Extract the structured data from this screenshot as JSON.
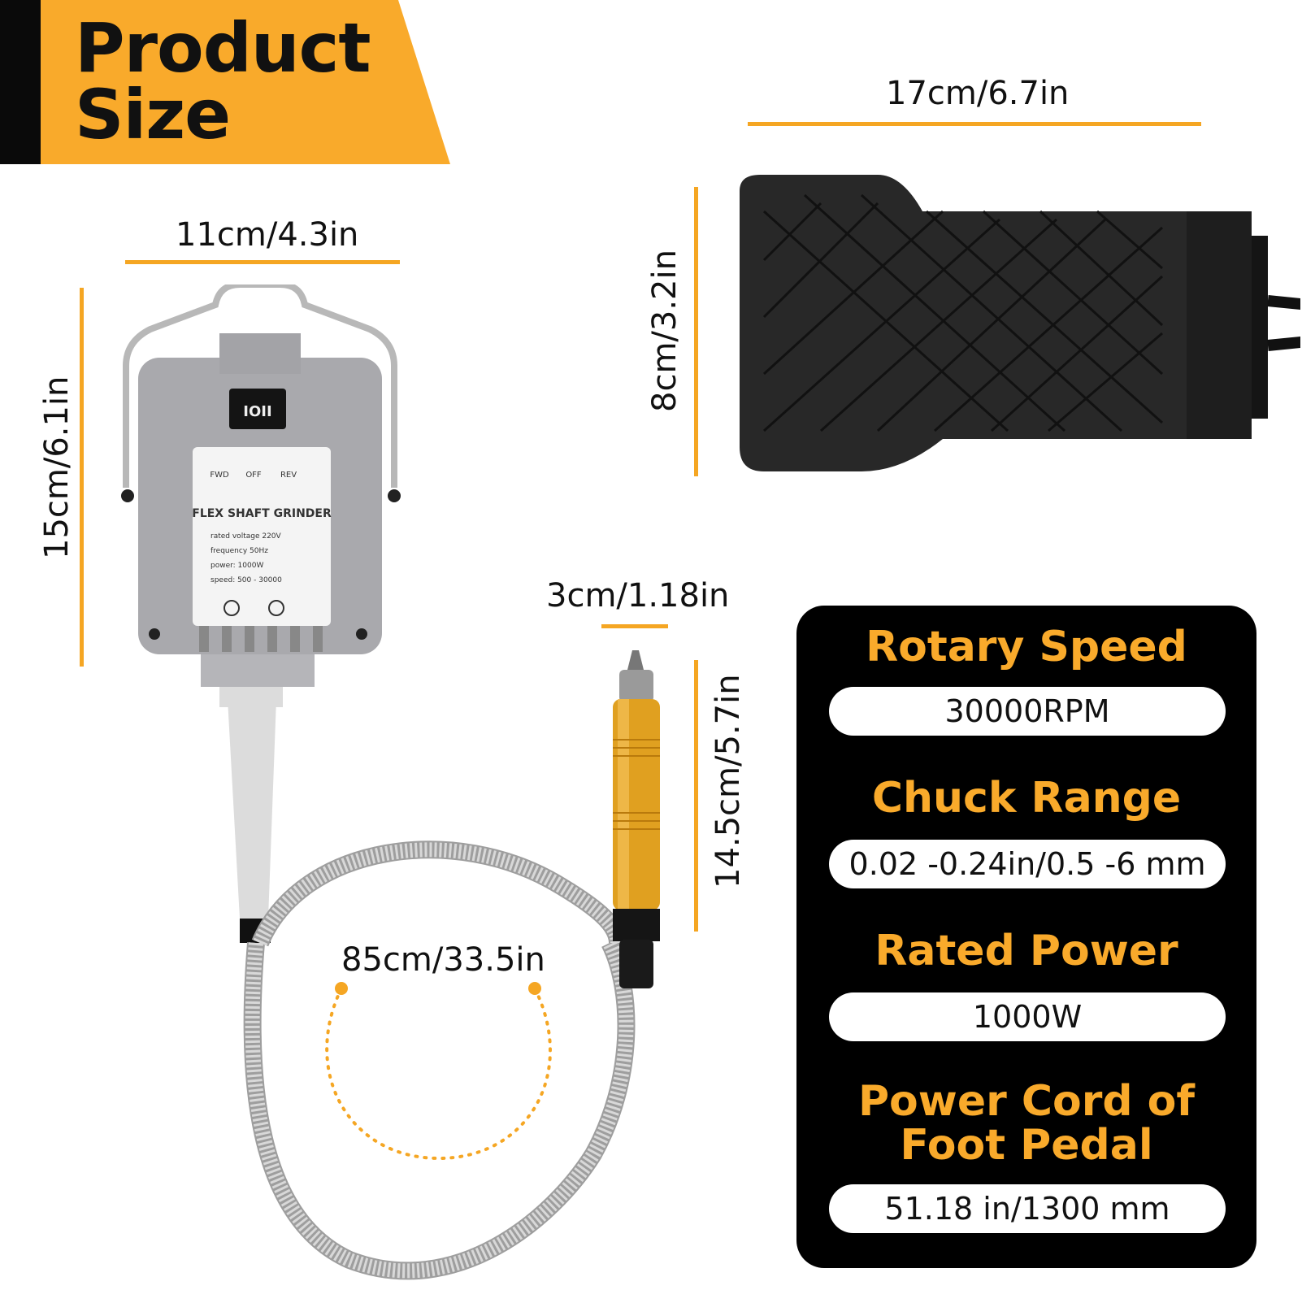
{
  "banner": {
    "line1": "Product",
    "line2": "Size"
  },
  "dimensions": {
    "motor_width": "11cm/4.3in",
    "motor_height": "15cm/6.1in",
    "pedal_width": "17cm/6.7in",
    "pedal_height": "8cm/3.2in",
    "handpiece_width": "3cm/1.18in",
    "handpiece_length": "14.5cm/5.7in",
    "shaft_length": "85cm/33.5in"
  },
  "motor_label": {
    "switch": "IOII",
    "modes": [
      "FWD",
      "OFF",
      "REV"
    ],
    "title": "FLEX SHAFT GRINDER",
    "specs": [
      "rated voltage 220V",
      "frequency 50Hz",
      "power: 1000W",
      "speed: 500 - 30000"
    ]
  },
  "specs": [
    {
      "title": "Rotary Speed",
      "value": "30000RPM"
    },
    {
      "title": "Chuck Range",
      "value": "0.02 -0.24in/0.5 -6 mm"
    },
    {
      "title": "Rated Power",
      "value": "1000W"
    },
    {
      "title": "Power Cord of Foot Pedal",
      "value": "51.18 in/1300 mm"
    }
  ],
  "colors": {
    "accent": "#f9aa2b",
    "panel": "#000000",
    "text": "#111111"
  }
}
